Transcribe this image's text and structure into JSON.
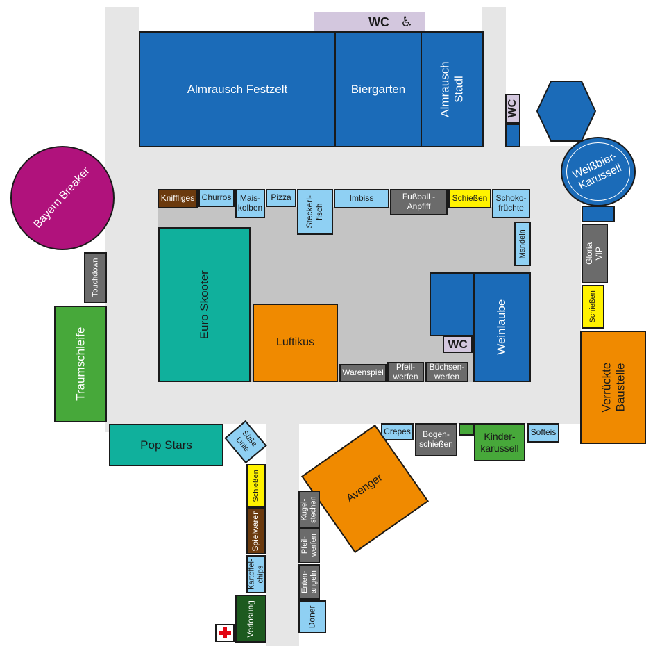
{
  "colors": {
    "path": "#e6e6e6",
    "plaza": "#c4c4c4",
    "blue_tent": "#1b6bb8",
    "light_blue": "#8fd0f3",
    "grey": "#6b6b6b",
    "yellow": "#fff200",
    "brown": "#6b3a0e",
    "teal": "#10b09c",
    "orange": "#f08a00",
    "green": "#47a83a",
    "dark_green": "#1d5a1f",
    "magenta": "#b0127c",
    "wc_lilac": "#d3c7de",
    "red_cross": "#e30613"
  },
  "map": {
    "wc_top": "WC",
    "wc_top_icon": "wheelchair-icon",
    "almrausch_festzelt": "Almrausch Festzelt",
    "biergarten": "Biergarten",
    "almrausch_stadl": "Almrausch\nStadl",
    "wc_right": "WC",
    "weissbier_karussell": "Weißbier-\nKarussell",
    "bayern_breaker": "Bayern Breaker",
    "kniffliges": "Kniffliges",
    "churros": "Churros",
    "maiskolben": "Mais-\nkolben",
    "pizza": "Pizza",
    "steckerlfisch": "Steckerl-\nfisch",
    "imbiss": "Imbiss",
    "fussball_anpfiff": "Fußball -\nAnpfiff",
    "schiessen_top": "Schießen",
    "schokofruechte": "Schoko-\nfrüchte",
    "mandeln": "Mandeln",
    "gloria_vip": "Gloria VIP",
    "schiessen_right": "Schießen",
    "touchdown": "Touchdown",
    "euro_skooter": "Euro Skooter",
    "luftikus": "Luftikus",
    "weinlaube": "Weinlaube",
    "wc_plaza": "WC",
    "warenspiel": "Warenspiel",
    "pfeilwerfen_plaza": "Pfeil-\nwerfen",
    "buechsenwerfen": "Büchsen-\nwerfen",
    "traumschleife": "Traumschleife",
    "verrueckte_baustelle": "Verrückte\nBaustelle",
    "pop_stars": "Pop Stars",
    "suesse_linie": "Süße\nLinie",
    "crepes": "Crepes",
    "bogenschiessen": "Bogen-\nschießen",
    "kinderkarussell": "Kinder-\nkarussell",
    "softeis": "Softeis",
    "avenger": "Avenger",
    "schiessen_bottom": "Schießen",
    "spielwaren": "Spielwaren",
    "kartoffelchips": "Kartoffel-\nchips",
    "verlosung": "Verlosung",
    "first_aid_icon": "red-cross-icon",
    "kugelstechen": "Kugel-\nstechen",
    "pfeilwerfen_bottom": "Pfeil-\nwerfen",
    "entenangeln": "Enten-\nangeln",
    "doener": "Döner"
  }
}
